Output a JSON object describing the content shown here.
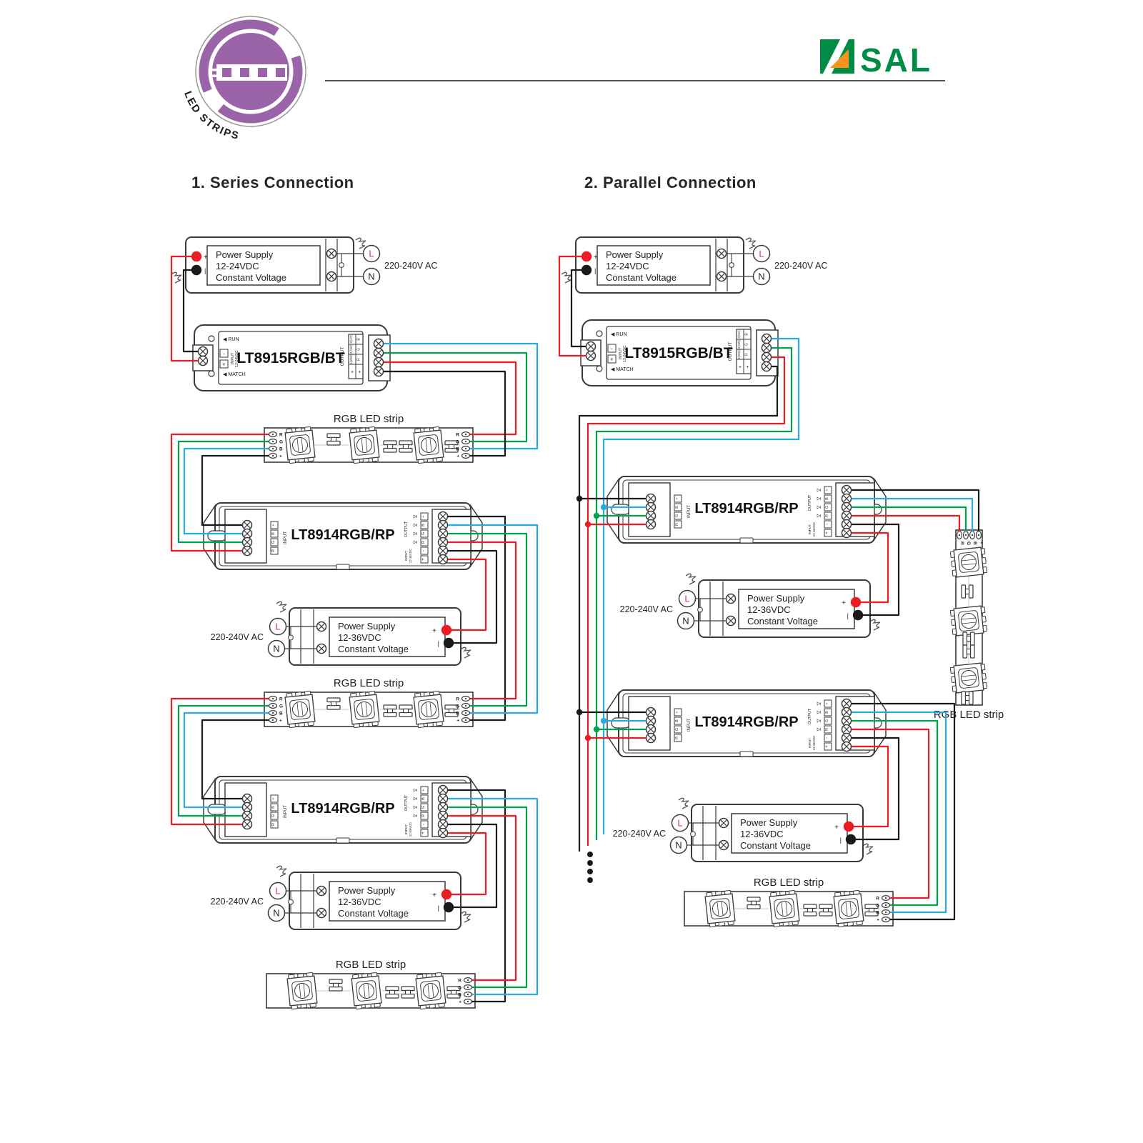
{
  "header": {
    "brand": "SAL",
    "badge": "LED STRIPS"
  },
  "sections": {
    "series_title": "1. Series Connection",
    "parallel_title": "2. Parallel Connection"
  },
  "components": {
    "psu24": {
      "line1": "Power Supply",
      "line2": "12-24VDC",
      "line3": "Constant Voltage"
    },
    "psu36": {
      "line1": "Power Supply",
      "line2": "12-36VDC",
      "line3": "Constant Voltage"
    },
    "mains": {
      "label": "220-240V AC",
      "live": "L",
      "neutral": "N"
    },
    "dc": {
      "plus": "+",
      "minus": "|"
    },
    "controller": {
      "model": "LT8915RGB/BT",
      "run": "◀ RUN",
      "match": "◀ MATCH",
      "input_label": "INPUT",
      "input_voltage": "12-24VDC",
      "output_label": "OUTPUT",
      "minus": "-",
      "plus": "+",
      "output_channels": [
        "3(NC)",
        "2(NW)",
        "1(WW)"
      ],
      "output_rgb": [
        "B",
        "G",
        "R"
      ]
    },
    "repeater": {
      "model": "LT8914RGB/RP",
      "input_label": "INPUT",
      "output_label": "OUTPUT",
      "power_input_label": "INPUT",
      "power_input_voltage": "12-36VDC",
      "pins": [
        "+",
        "B",
        "G",
        "R"
      ],
      "minus": "-",
      "plus": "+"
    },
    "strip": {
      "label": "RGB LED strip",
      "pads": [
        "R",
        "G",
        "B",
        "+"
      ]
    }
  },
  "wire_colors": {
    "red": "#EC1C24",
    "green": "#00A14B",
    "blue": "#29ABE2",
    "black": "#1A1A1A"
  },
  "palette": {
    "outline": "#3A3A3A",
    "brand_green": "#008C44",
    "brand_orange": "#F7941E",
    "purple": "#9C64A8",
    "live_red": "#D43B3F",
    "heading": "#262626",
    "trace": "#c9c9c9"
  }
}
